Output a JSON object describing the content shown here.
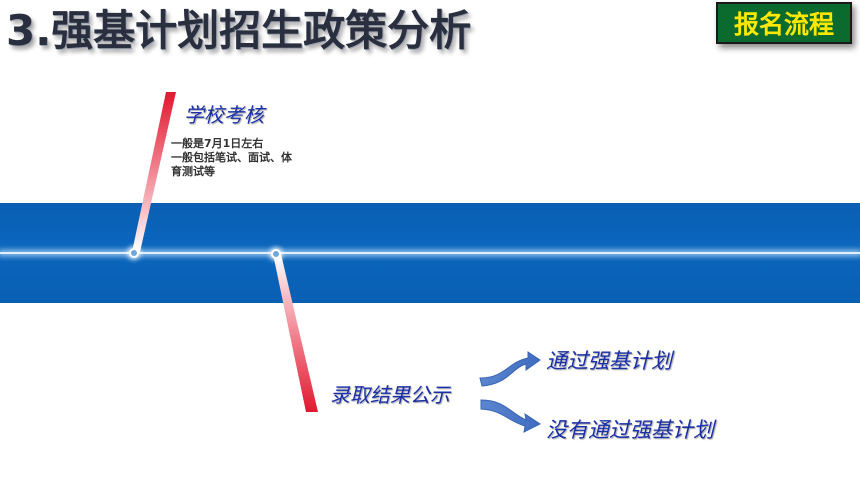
{
  "header": {
    "title": "3.强基计划招生政策分析",
    "badge": "报名流程"
  },
  "timeline": {
    "step1": {
      "label": "学校考核",
      "details": [
        "一般是7月1日左右",
        "一般包括笔试、面试、体",
        "育测试等"
      ]
    },
    "step2": {
      "label": "录取结果公示"
    },
    "outcomes": [
      "通过强基计划",
      "没有通过强基计划"
    ]
  },
  "colors": {
    "band": "#0b64b8",
    "badge_bg": "#0b6b2e",
    "badge_text": "#ffe900",
    "label_text": "#1a2fa8",
    "accent_red": "#e0192f",
    "arrow": "#4a78c8"
  }
}
